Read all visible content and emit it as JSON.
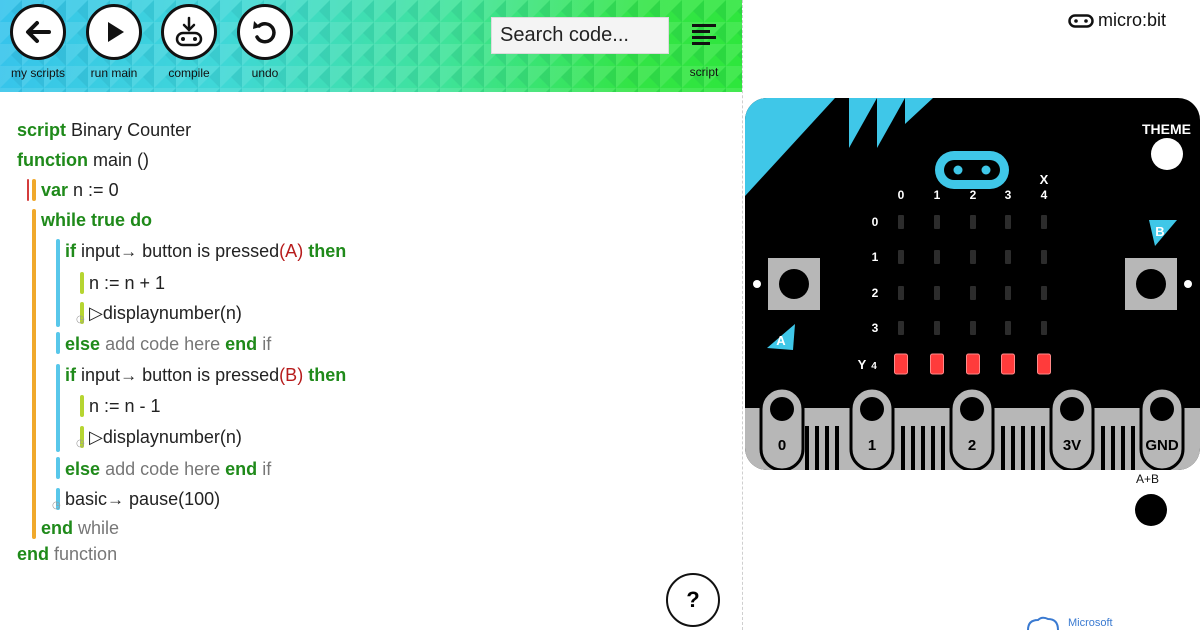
{
  "toolbar": {
    "buttons": [
      {
        "label": "my scripts",
        "icon": "arrow-left-icon"
      },
      {
        "label": "run main",
        "icon": "play-icon"
      },
      {
        "label": "compile",
        "icon": "compile-icon"
      },
      {
        "label": "undo",
        "icon": "undo-icon"
      }
    ],
    "search_placeholder": "Search code...",
    "script_label": "script",
    "colors": {
      "start": "#36c3ec",
      "end": "#2ee63c"
    }
  },
  "code": {
    "l1_kw": "script",
    "l1_text": "Binary Counter",
    "l2_kw": "function",
    "l2_text": "main ()",
    "l3_kw": "var",
    "l3_text": "n := 0",
    "l4_kw1": "while",
    "l4_kw2": "true",
    "l4_kw3": "do",
    "l5_kw": "if",
    "l5_ns": "input",
    "l5_fn": "button is pressed",
    "l5_open": "(",
    "l5_arg": "A",
    "l5_close": ")",
    "l5_then": "then",
    "l6_text": "n := n + 1",
    "l7_fn": "displaynumber",
    "l7_args": "(n)",
    "l8_kw": "else",
    "l8_text": "add code here",
    "l8_end": "end",
    "l8_if": "if",
    "l9_kw": "if",
    "l9_ns": "input",
    "l9_fn": "button is pressed",
    "l9_open": "(",
    "l9_arg": "B",
    "l9_close": ")",
    "l9_then": "then",
    "l10_text": "n := n - 1",
    "l11_fn": "displaynumber",
    "l11_args": "(n)",
    "l12_kw": "else",
    "l12_text": "add code here",
    "l12_end": "end",
    "l12_if": "if",
    "l13_ns": "basic",
    "l13_fn": "pause",
    "l13_args": "(100)",
    "l14_kw": "end",
    "l14_text": "while",
    "l15_kw": "end",
    "l15_text": "function",
    "arrow": "→",
    "play": "▷"
  },
  "help": {
    "label": "?"
  },
  "simulator": {
    "logo": "micro:bit",
    "theme_label": "THEME",
    "x_label": "X",
    "y_label": "Y",
    "y4_label": "4",
    "col_labels": [
      "0",
      "1",
      "2",
      "3",
      "4"
    ],
    "row_labels": [
      "0",
      "1",
      "2",
      "3"
    ],
    "button_a": "A",
    "button_b": "B",
    "ab_label": "A+B",
    "pins": [
      "0",
      "1",
      "2",
      "3V",
      "GND"
    ],
    "lit_row": 4,
    "led_on_color": "#ff3b3b",
    "accent": "#3fc7e8"
  },
  "footer": {
    "brand": "Microsoft"
  }
}
